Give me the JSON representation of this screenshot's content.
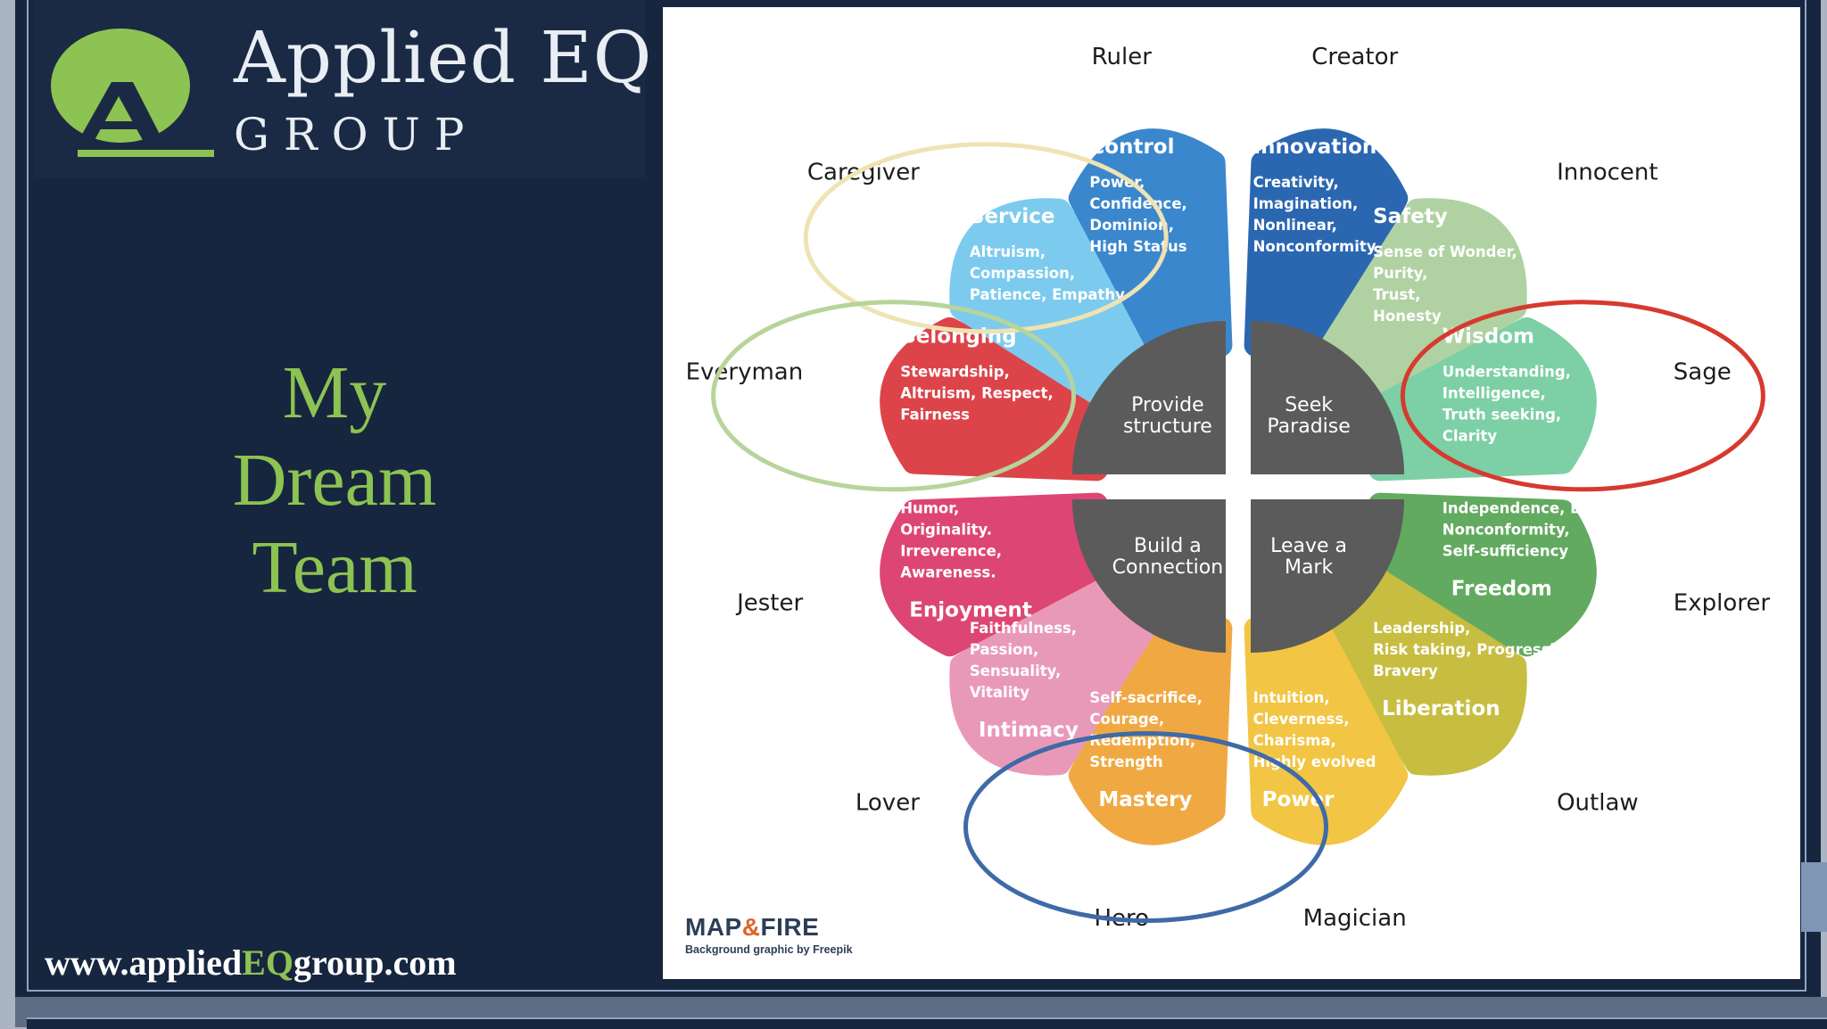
{
  "logo": {
    "word1": "Applied EQ",
    "word2": "GROUP",
    "colors": {
      "mark": "#8dc352",
      "text": "#e9eef4"
    }
  },
  "title": {
    "lines": [
      "My",
      "Dream",
      "Team"
    ],
    "color": "#8dc352"
  },
  "website": {
    "prefix": "www.applied",
    "accent": "EQ",
    "suffix": "group.com"
  },
  "wheel": {
    "center": [
      {
        "lines": [
          "Provide",
          "structure"
        ]
      },
      {
        "lines": [
          "Seek",
          "Paradise"
        ]
      },
      {
        "lines": [
          "Build a",
          "Connection"
        ]
      },
      {
        "lines": [
          "Leave a",
          "Mark"
        ]
      }
    ],
    "archetypes": [
      {
        "name": "Creator",
        "value": "Innovation",
        "traits": [
          "Creativity,",
          "Imagination,",
          "Nonlinear,",
          "Nonconformity"
        ],
        "color": "#2b67b1"
      },
      {
        "name": "Innocent",
        "value": "Safety",
        "traits": [
          "Sense of Wonder,",
          "Purity,",
          "Trust,",
          "Honesty"
        ],
        "color": "#b0d2a3"
      },
      {
        "name": "Sage",
        "value": "Wisdom",
        "traits": [
          "Understanding,",
          "Intelligence,",
          "Truth seeking,",
          "Clarity"
        ],
        "color": "#7dcfa6"
      },
      {
        "name": "Explorer",
        "value": "Freedom",
        "traits": [
          "Independence, Bravery,",
          "Nonconformity,",
          "Self-sufficiency"
        ],
        "color": "#62aa60"
      },
      {
        "name": "Outlaw",
        "value": "Liberation",
        "traits": [
          "Leadership,",
          "Risk taking, Progressive,",
          "Bravery"
        ],
        "color": "#c7bd41"
      },
      {
        "name": "Magician",
        "value": "Power",
        "traits": [
          "Intuition,",
          "Cleverness,",
          "Charisma,",
          "Highly evolved"
        ],
        "color": "#f3c544"
      },
      {
        "name": "Hero",
        "value": "Mastery",
        "traits": [
          "Self-sacrifice,",
          "Courage,",
          "Redemption,",
          "Strength"
        ],
        "color": "#f0a942"
      },
      {
        "name": "Lover",
        "value": "Intimacy",
        "traits": [
          "Faithfulness,",
          "Passion,",
          "Sensuality,",
          "Vitality"
        ],
        "color": "#e999b8"
      },
      {
        "name": "Jester",
        "value": "Enjoyment",
        "traits": [
          "Humor,",
          "Originality.",
          "Irreverence,",
          "Awareness."
        ],
        "color": "#dd4575"
      },
      {
        "name": "Everyman",
        "value": "Belonging",
        "traits": [
          "Stewardship,",
          "Altruism, Respect,",
          "Fairness"
        ],
        "color": "#dc444a"
      },
      {
        "name": "Caregiver",
        "value": "Service",
        "traits": [
          "Altruism,",
          "Compassion,",
          "Patience, Empathy"
        ],
        "color": "#7ccbee"
      },
      {
        "name": "Ruler",
        "value": "Control",
        "traits": [
          "Power,",
          "Confidence,",
          "Dominion,",
          "High Status"
        ],
        "color": "#3b87cd"
      }
    ],
    "highlights": [
      {
        "archetype": "Sage",
        "color": "#d63a2f"
      },
      {
        "archetype": "Caregiver",
        "color": "#efe3b3"
      },
      {
        "archetype": "Everyman",
        "color": "#b7d49a"
      },
      {
        "archetype": "Hero",
        "color": "#3f6aa8"
      }
    ],
    "center_color": "#5b5b5b"
  },
  "credit": {
    "brand_a": "MAP",
    "amp": "&",
    "brand_b": "FIRE",
    "line": "Background graphic by Freepik"
  }
}
